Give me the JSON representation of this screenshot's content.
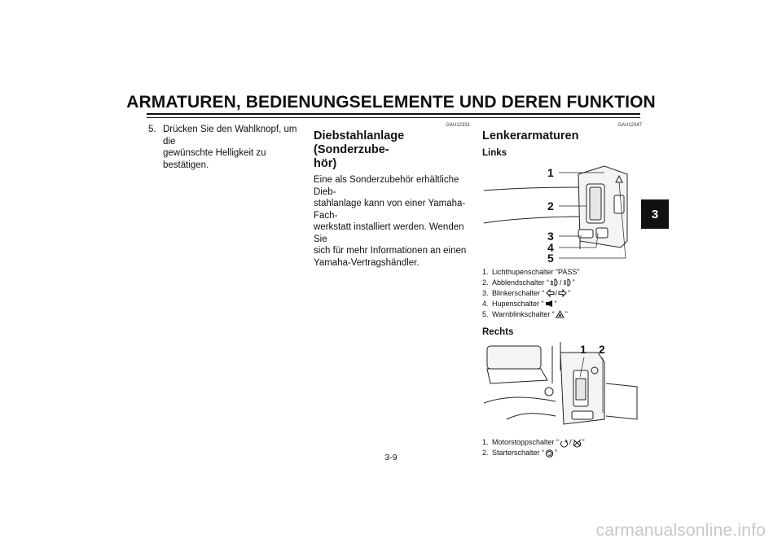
{
  "header": {
    "title": "ARMATUREN, BEDIENUNGSELEMENTE UND DEREN FUNKTION"
  },
  "chapter_tab": "3",
  "left_column": {
    "item_number": "5.",
    "item_text_line1": "Drücken Sie den Wahlknopf, um die",
    "item_text_line2": "gewünschte Helligkeit zu bestätigen."
  },
  "middle_column": {
    "code": "GAU12331",
    "heading_line1": "Diebstahlanlage (Sonderzube-",
    "heading_line2": "hör)",
    "paragraph": "Eine als Sonderzubehör erhältliche Dieb-stahlanlage kann von einer Yamaha-Fach-werkstatt installiert werden. Wenden Sie sich für mehr Informationen an einen Yamaha-Vertragshändler.",
    "para_lines": [
      "Eine als Sonderzubehör erhältliche Dieb-",
      "stahlanlage kann von einer Yamaha-Fach-",
      "werkstatt installiert werden. Wenden Sie",
      "sich für mehr Informationen an einen",
      "Yamaha-Vertragshändler."
    ]
  },
  "right_column": {
    "code": "GAU12347",
    "heading": "Lenkerarmaturen",
    "left_section": {
      "label": "Links",
      "callouts": [
        "1",
        "2",
        "3",
        "4",
        "5"
      ],
      "captions": [
        {
          "num": "1.",
          "text": "Lichthupenschalter “PASS”"
        },
        {
          "num": "2.",
          "pre": "Abblendschalter “",
          "mid": "/",
          "post": "”"
        },
        {
          "num": "3.",
          "pre": "Blinkerschalter “",
          "mid": "/",
          "post": "”"
        },
        {
          "num": "4.",
          "pre": "Hupenschalter “",
          "post": "”"
        },
        {
          "num": "5.",
          "pre": "Warnblinkschalter “",
          "post": "”"
        }
      ]
    },
    "right_section": {
      "label": "Rechts",
      "callouts": [
        "1",
        "2"
      ],
      "captions": [
        {
          "num": "1.",
          "pre": "Motorstoppschalter “",
          "mid": "/",
          "post": "”"
        },
        {
          "num": "2.",
          "pre": "Starterschalter “",
          "post": "”"
        }
      ]
    }
  },
  "page_number": "3-9",
  "watermark": "carmanualsonline.info"
}
